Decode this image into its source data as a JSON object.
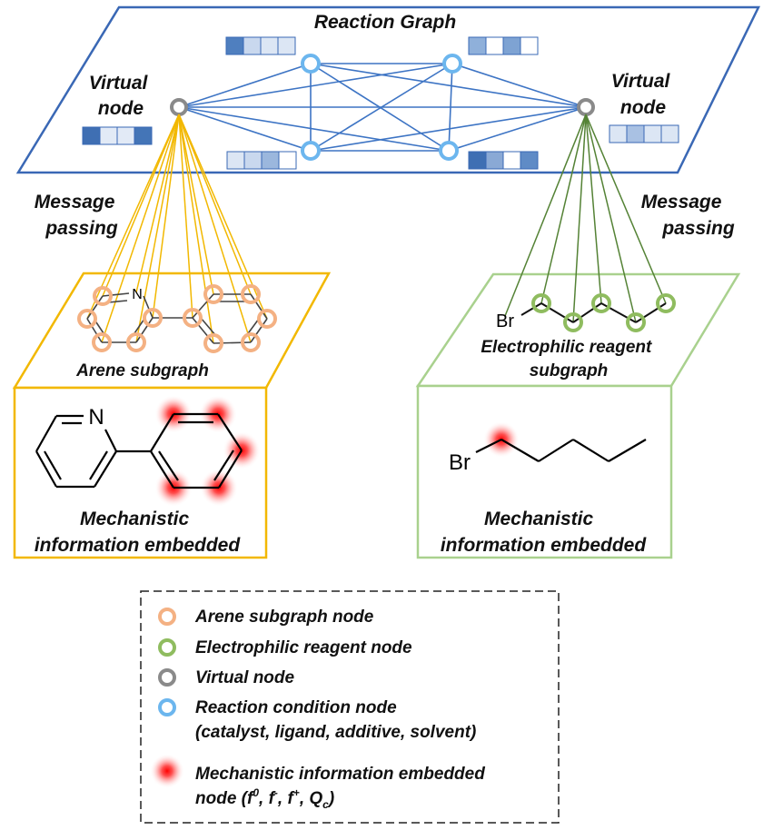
{
  "reaction_graph": {
    "title": "Reaction Graph",
    "virtual_node_left": [
      "Virtual",
      "node"
    ],
    "virtual_node_right": [
      "Virtual",
      "node"
    ],
    "colors": {
      "plane_border": "#3a68b5",
      "edge": "#3d74c4",
      "condition_node": "#6cb6ee",
      "virtual_node": "#8a8a8a"
    }
  },
  "message_passing_left": [
    "Message",
    "passing"
  ],
  "message_passing_right": [
    "Message",
    "passing"
  ],
  "arene_panel": {
    "subgraph_label": "Arene subgraph",
    "nitrogen": "N",
    "mechanistic_label": [
      "Mechanistic",
      "information  embedded"
    ],
    "color": "#f2b800"
  },
  "electrophile_panel": {
    "subgraph_label": [
      "Electrophilic reagent",
      "subgraph"
    ],
    "bromine": "Br",
    "mechanistic_label": [
      "Mechanistic",
      "information  embedded"
    ],
    "color": "#a9d18e"
  },
  "legend": {
    "items": [
      {
        "kind": "arene",
        "text": "Arene subgraph node",
        "color": "#f4b183"
      },
      {
        "kind": "electrophile",
        "text": "Electrophilic reagent node",
        "color": "#8fbc5f"
      },
      {
        "kind": "virtual",
        "text": "Virtual node",
        "color": "#8a8a8a"
      },
      {
        "kind": "condition",
        "text": "Reaction condition node",
        "text2": "(catalyst, ligand, additive, solvent)",
        "color": "#6cb6ee"
      },
      {
        "kind": "mechanistic",
        "text": "Mechanistic information embedded",
        "text2_prefix": "node (",
        "f0": "f",
        "f0_sup": "0",
        "fm": "f",
        "fm_sup": "-",
        "fp": "f",
        "fp_sup": "+",
        "qc": "Q",
        "qc_sub": "c",
        "text2_suffix": ")",
        "color": "#ff2a2a"
      }
    ]
  }
}
